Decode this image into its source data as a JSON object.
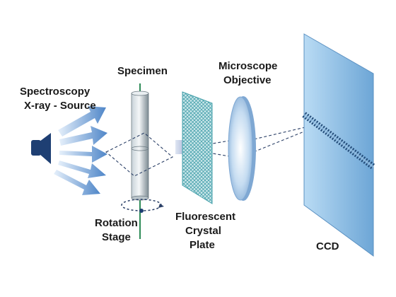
{
  "labels": {
    "source_line1": "Spectroscopy",
    "source_line2": "X-ray - Source",
    "specimen": "Specimen",
    "objective_line1": "Microscope",
    "objective_line2": "Objective",
    "stage_line1": "Rotation",
    "stage_line2": "Stage",
    "plate_line1": "Fluorescent",
    "plate_line2": "Crystal",
    "plate_line3": "Plate",
    "ccd": "CCD"
  },
  "colors": {
    "beam": "#4f86c8",
    "source": "#1e3f73",
    "specimen_rod": "#2e8b57",
    "ccd_panel": "#8fbfe6",
    "lens": "#a9cdee",
    "dashed_path": "#2a3f66"
  }
}
